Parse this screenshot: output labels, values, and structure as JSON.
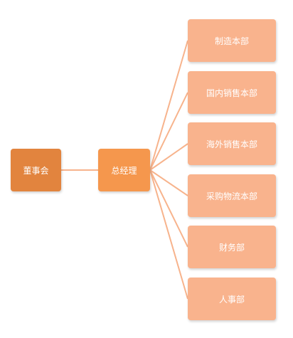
{
  "colors": {
    "root_fill": "#e2843e",
    "manager_fill": "#f5974d",
    "dept_fill": "#f9b38d",
    "connector": "#f7b38c"
  },
  "root": {
    "label": "董事会"
  },
  "manager": {
    "label": "总经理"
  },
  "departments": [
    {
      "label": "制造本部"
    },
    {
      "label": "国内销售本部"
    },
    {
      "label": "海外销售本部"
    },
    {
      "label": "采购物流本部"
    },
    {
      "label": "财务部"
    },
    {
      "label": "人事部"
    }
  ]
}
